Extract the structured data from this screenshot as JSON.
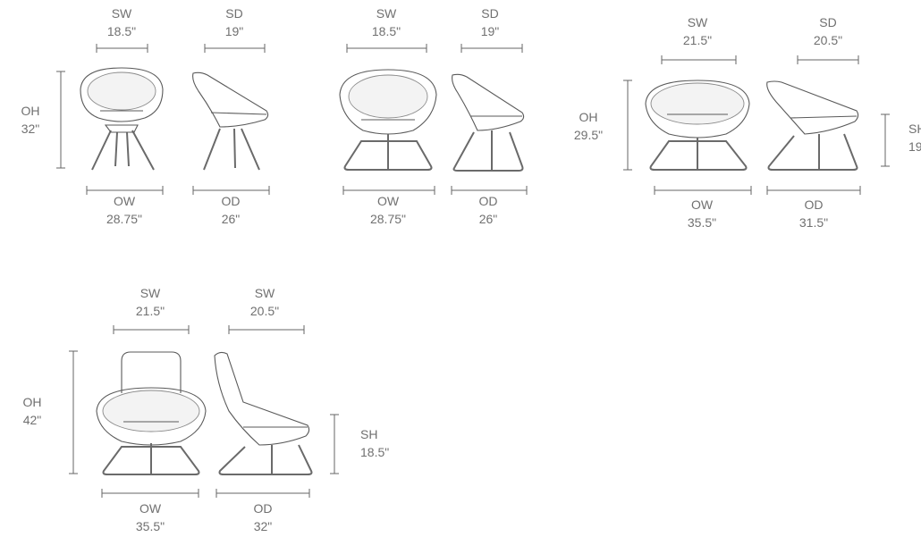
{
  "chairs": [
    {
      "name": "chair-1",
      "sw": {
        "label": "SW",
        "value": "18.5\""
      },
      "sd": {
        "label": "SD",
        "value": "19\""
      },
      "oh": {
        "label": "OH",
        "value": "32\""
      },
      "ow": {
        "label": "OW",
        "value": "28.75\""
      },
      "od": {
        "label": "OD",
        "value": "26\""
      }
    },
    {
      "name": "chair-2",
      "sw": {
        "label": "SW",
        "value": "18.5\""
      },
      "sd": {
        "label": "SD",
        "value": "19\""
      },
      "ow": {
        "label": "OW",
        "value": "28.75\""
      },
      "od": {
        "label": "OD",
        "value": "26\""
      }
    },
    {
      "name": "chair-3",
      "sw": {
        "label": "SW",
        "value": "21.5\""
      },
      "sd": {
        "label": "SD",
        "value": "20.5\""
      },
      "oh": {
        "label": "OH",
        "value": "29.5\""
      },
      "sh": {
        "label": "SH",
        "value": "19"
      },
      "ow": {
        "label": "OW",
        "value": "35.5\""
      },
      "od": {
        "label": "OD",
        "value": "31.5\""
      }
    },
    {
      "name": "chair-4",
      "sw": {
        "label": "SW",
        "value": "21.5\""
      },
      "sd": {
        "label": "SW",
        "value": "20.5\""
      },
      "oh": {
        "label": "OH",
        "value": "42\""
      },
      "sh": {
        "label": "SH",
        "value": "18.5\""
      },
      "ow": {
        "label": "OW",
        "value": "35.5\""
      },
      "od": {
        "label": "OD",
        "value": "32\""
      }
    }
  ]
}
